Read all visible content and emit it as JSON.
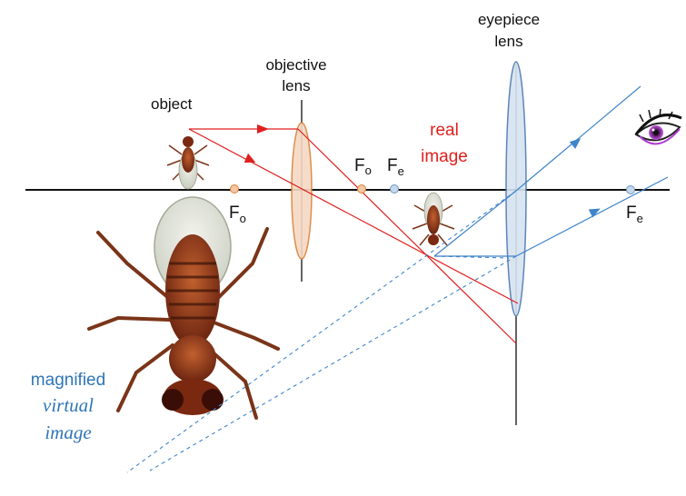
{
  "labels": {
    "object": "object",
    "objective_lens_1": "objective",
    "objective_lens_2": "lens",
    "eyepiece_lens_1": "eyepiece",
    "eyepiece_lens_2": "lens",
    "real_image_1": "real",
    "real_image_2": "image",
    "virtual_1": "magnified",
    "virtual_2": "virtual",
    "virtual_3": "image"
  },
  "focal_points": {
    "fo_main": "F",
    "fo_sub": "o",
    "fo2_main": "F",
    "fo2_sub": "o",
    "fe_main": "F",
    "fe_sub": "e",
    "fe2_main": "F",
    "fe2_sub": "e"
  },
  "colors": {
    "axis": "#111111",
    "objective_lens_fill": "#f6d9c3",
    "objective_lens_stroke": "#d9823b",
    "eyepiece_lens_fill": "#d6e3f1",
    "eyepiece_lens_stroke": "#4b78b0",
    "red_ray": "#e0201e",
    "blue_ray": "#3f84c9",
    "fly_body": "#8b3a1a",
    "iris": "#b03ad0"
  }
}
